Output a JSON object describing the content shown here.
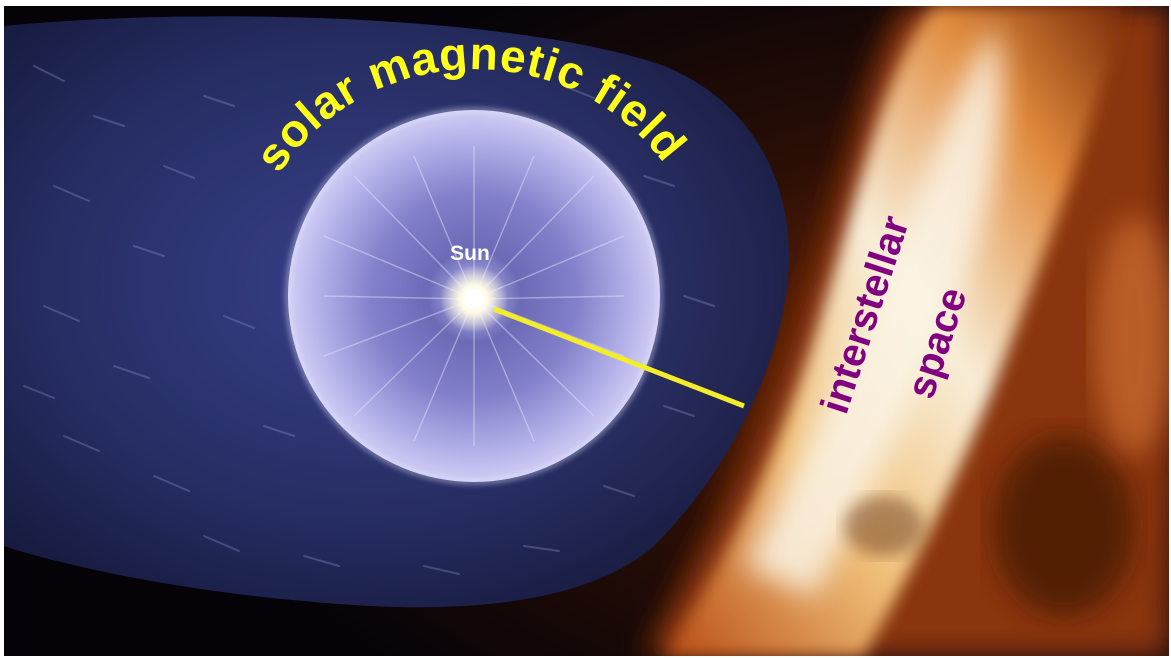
{
  "image": {
    "description_colors": {
      "background": "#050308",
      "heliosphere": "#2a3170",
      "bubble": "#a9a6e6",
      "sun_core": "#fffdf0",
      "interstellar_hot": "#f4e6c0",
      "interstellar_cool": "#c8501a",
      "label_field": "#ffff1a",
      "label_sun": "#ffffff",
      "label_interstellar": "#800080",
      "pointer_line": "#f4ee2a"
    }
  },
  "labels": {
    "field": "solar magnetic field",
    "sun": "Sun",
    "interstellar_line1": "interstellar",
    "interstellar_line2": "space"
  }
}
